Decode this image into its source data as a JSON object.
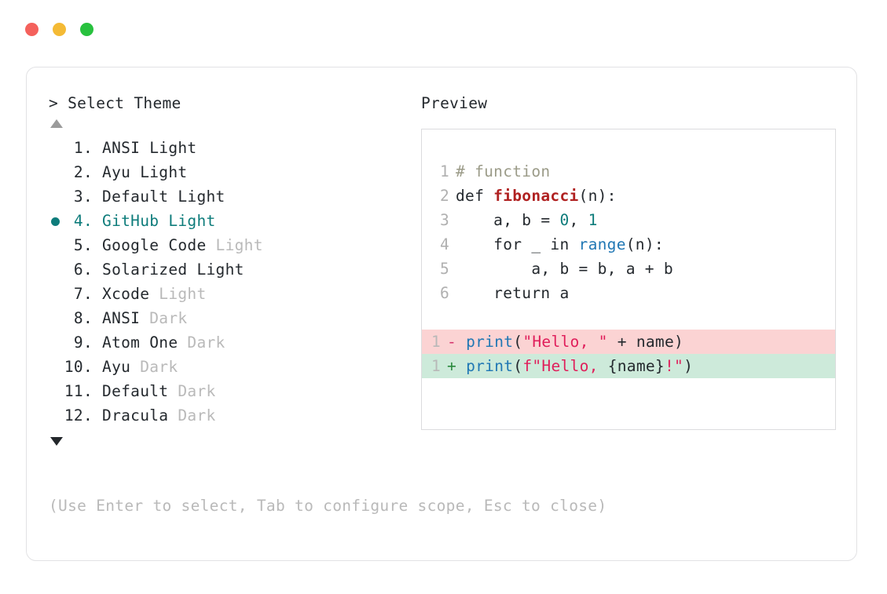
{
  "window": {
    "traffic_lights": [
      {
        "name": "close",
        "color": "#f4615c"
      },
      {
        "name": "minimize",
        "color": "#f4ba35"
      },
      {
        "name": "maximize",
        "color": "#28c13e"
      }
    ]
  },
  "left_panel": {
    "prompt": "> Select Theme",
    "scroll_up_icon": "triangle-up-icon",
    "scroll_down_icon": "triangle-down-icon",
    "selected_index": 4,
    "selected_bullet_color": "#0e7c7b",
    "themes": [
      {
        "index": "1.",
        "name": "ANSI",
        "suffix": "Light",
        "suffix_dim": false,
        "selected": false
      },
      {
        "index": "2.",
        "name": "Ayu",
        "suffix": "Light",
        "suffix_dim": false,
        "selected": false
      },
      {
        "index": "3.",
        "name": "Default",
        "suffix": "Light",
        "suffix_dim": false,
        "selected": false
      },
      {
        "index": "4.",
        "name": "GitHub",
        "suffix": "Light",
        "suffix_dim": false,
        "selected": true
      },
      {
        "index": "5.",
        "name": "Google Code",
        "suffix": "Light",
        "suffix_dim": true,
        "selected": false
      },
      {
        "index": "6.",
        "name": "Solarized",
        "suffix": "Light",
        "suffix_dim": false,
        "selected": false
      },
      {
        "index": "7.",
        "name": "Xcode",
        "suffix": "Light",
        "suffix_dim": true,
        "selected": false
      },
      {
        "index": "8.",
        "name": "ANSI",
        "suffix": "Dark",
        "suffix_dim": true,
        "selected": false
      },
      {
        "index": "9.",
        "name": "Atom One",
        "suffix": "Dark",
        "suffix_dim": true,
        "selected": false
      },
      {
        "index": "10.",
        "name": "Ayu",
        "suffix": "Dark",
        "suffix_dim": true,
        "selected": false
      },
      {
        "index": "11.",
        "name": "Default",
        "suffix": "Dark",
        "suffix_dim": true,
        "selected": false
      },
      {
        "index": "12.",
        "name": "Dracula",
        "suffix": "Dark",
        "suffix_dim": true,
        "selected": false
      }
    ],
    "hint": "(Use Enter to select, Tab to configure scope, Esc to close)"
  },
  "right_panel": {
    "title": "Preview",
    "code_lines": [
      {
        "ln": "1",
        "tokens": [
          {
            "t": "# function",
            "c": "t-comment"
          }
        ]
      },
      {
        "ln": "2",
        "tokens": [
          {
            "t": "def ",
            "c": "t-kw"
          },
          {
            "t": "fibonacci",
            "c": "t-func"
          },
          {
            "t": "(n):",
            "c": "t-plain"
          }
        ]
      },
      {
        "ln": "3",
        "tokens": [
          {
            "t": "    a, b = ",
            "c": "t-plain"
          },
          {
            "t": "0",
            "c": "t-num"
          },
          {
            "t": ", ",
            "c": "t-plain"
          },
          {
            "t": "1",
            "c": "t-num"
          }
        ]
      },
      {
        "ln": "4",
        "tokens": [
          {
            "t": "    for _ in ",
            "c": "t-plain"
          },
          {
            "t": "range",
            "c": "t-builtin"
          },
          {
            "t": "(n):",
            "c": "t-plain"
          }
        ]
      },
      {
        "ln": "5",
        "tokens": [
          {
            "t": "        a, b = b, a + b",
            "c": "t-plain"
          }
        ]
      },
      {
        "ln": "6",
        "tokens": [
          {
            "t": "    return a",
            "c": "t-plain"
          }
        ]
      }
    ],
    "diff_lines": [
      {
        "ln": "1",
        "sign": "-",
        "kind": "del",
        "bg": "#fbd3d3",
        "tokens": [
          {
            "t": "print",
            "c": "t-builtin"
          },
          {
            "t": "(",
            "c": "t-plain"
          },
          {
            "t": "\"Hello, \"",
            "c": "t-str"
          },
          {
            "t": " + name)",
            "c": "t-plain"
          }
        ]
      },
      {
        "ln": "1",
        "sign": "+",
        "kind": "add",
        "bg": "#cdeada",
        "tokens": [
          {
            "t": "print",
            "c": "t-builtin"
          },
          {
            "t": "(",
            "c": "t-plain"
          },
          {
            "t": "f\"Hello, ",
            "c": "t-str"
          },
          {
            "t": "{name}",
            "c": "t-plain"
          },
          {
            "t": "!\"",
            "c": "t-str"
          },
          {
            "t": ")",
            "c": "t-plain"
          }
        ]
      }
    ]
  }
}
